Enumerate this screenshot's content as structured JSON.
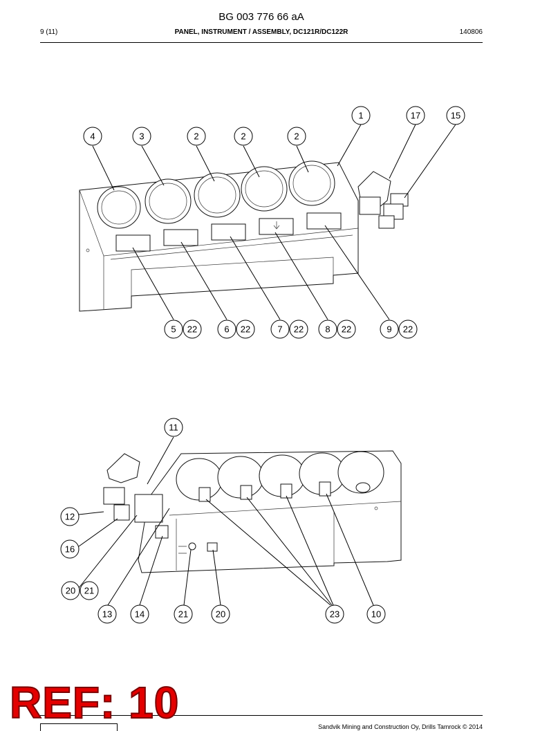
{
  "header": {
    "doc_number": "BG 003 776 66 aA",
    "page": "9 (11)",
    "title": "PANEL, INSTRUMENT / ASSEMBLY, DC121R/DC122R",
    "date_code": "140806"
  },
  "figure_top": {
    "callouts": [
      "1",
      "17",
      "15",
      "4",
      "3",
      "2",
      "2",
      "2",
      "5",
      "22",
      "6",
      "22",
      "7",
      "22",
      "8",
      "22",
      "9",
      "22"
    ]
  },
  "figure_bottom": {
    "callouts": [
      "11",
      "12",
      "16",
      "20",
      "21",
      "13",
      "14",
      "21",
      "20",
      "23",
      "10"
    ]
  },
  "stamp": {
    "text": "REF: 10",
    "color": "#e30000"
  },
  "footer": {
    "text": "Sandvik Mining and Construction Oy, Drills Tamrock © 2014"
  }
}
